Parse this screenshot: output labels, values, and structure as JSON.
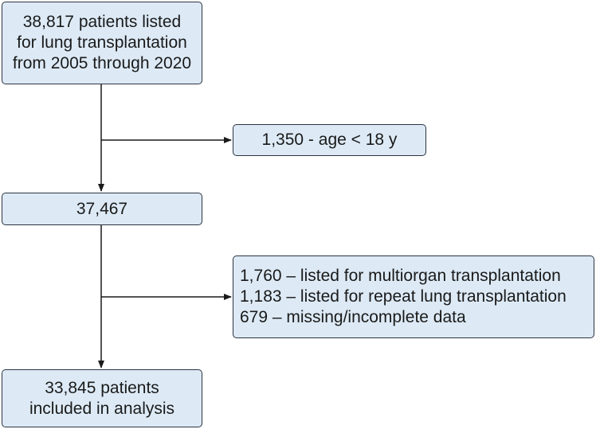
{
  "flowchart": {
    "box_start": {
      "lines": [
        "38,817 patients listed",
        "for lung transplantation",
        "from 2005 through 2020"
      ]
    },
    "exclusion_1": {
      "lines": [
        "1,350 - age < 18 y"
      ]
    },
    "box_middle": {
      "lines": [
        "37,467"
      ]
    },
    "exclusion_2": {
      "lines": [
        "1,760 – listed for multiorgan transplantation",
        "1,183 – listed for repeat lung transplantation",
        "679 – missing/incomplete data"
      ]
    },
    "box_final": {
      "lines": [
        "33,845 patients",
        "included in analysis"
      ]
    }
  },
  "colors": {
    "box_fill": "#ddeaf6",
    "box_border": "#2b3440",
    "arrow": "#1a1a1a"
  }
}
